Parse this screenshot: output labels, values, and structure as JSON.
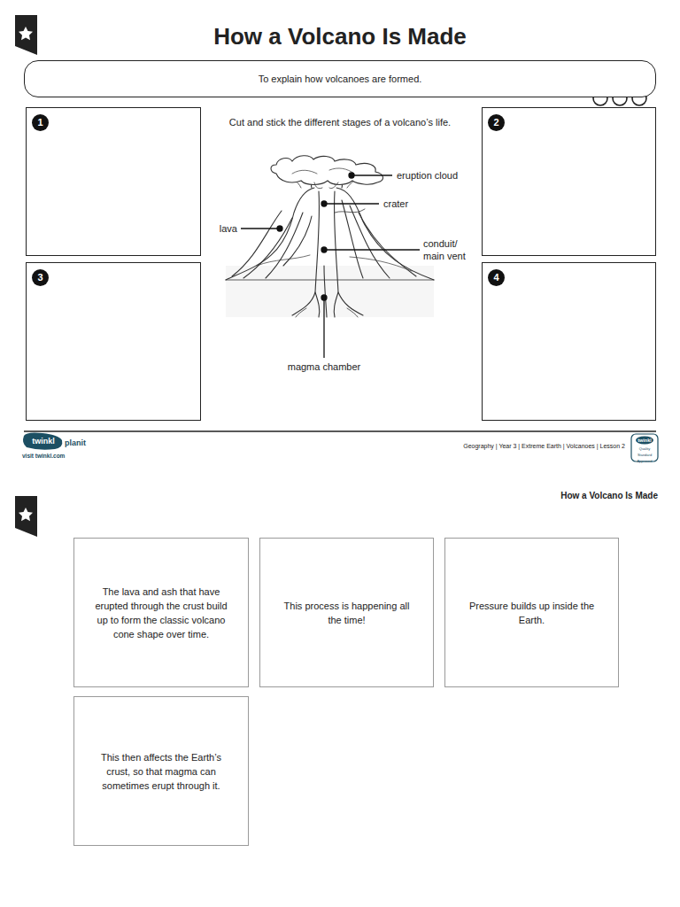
{
  "diagram": {
    "title": "How a Volcano Is Made",
    "nodes": [
      {
        "text": [
          "To explain how volcanoes are formed."
        ]
      },
      {
        "text": [
          "1"
        ]
      },
      {
        "text": [
          "2"
        ]
      },
      {
        "text": [
          "3"
        ]
      },
      {
        "text": [
          "4"
        ]
      },
      {
        "text": [
          "The lava and ash that have erupted through the crust build up to form the classic volcano cone shape over time."
        ]
      },
      {
        "text": [
          "This process is happening all the time!"
        ]
      },
      {
        "text": [
          "Pressure builds up inside the Earth."
        ]
      },
      {
        "text": [
          "This then affects the Earth’s crust, so that magma can sometimes erupt through it."
        ]
      }
    ],
    "edges": [],
    "labels": [
      "Cut and stick the different stages of a volcano’s life.",
      "eruption cloud",
      "crater",
      "lava",
      "conduit/ main vent",
      "magma chamber",
      "twinkl",
      "planit",
      "visit twinkl.com",
      "Geography | Year 3 | Extreme Earth | Volcanoes | Lesson 2",
      "twinkl",
      "Quality Standard Approved",
      "How a Volcano Is Made"
    ]
  }
}
